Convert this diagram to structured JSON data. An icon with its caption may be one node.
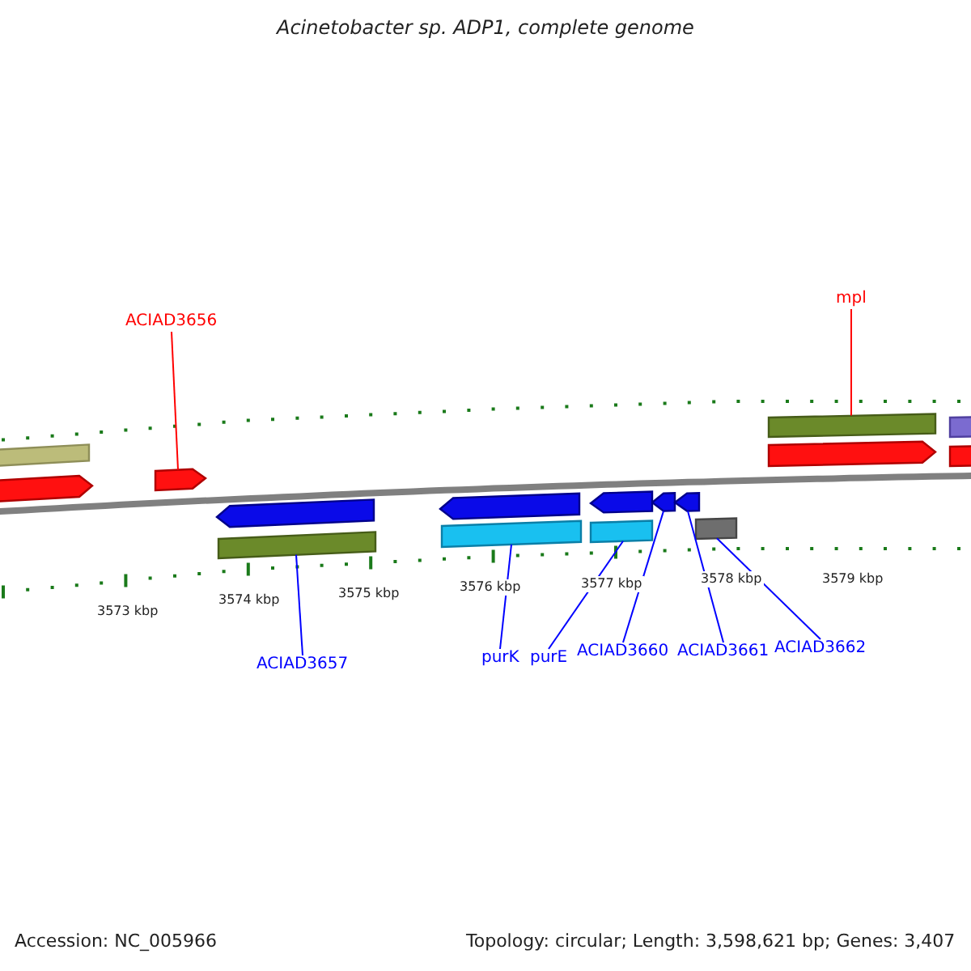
{
  "diagram": {
    "title": "Acinetobacter sp. ADP1, complete genome",
    "nodes": [
      {
        "text": [
          "ACIAD3656"
        ]
      },
      {
        "text": [],
        "shape": "arrow"
      },
      {
        "text": [
          "mpl"
        ]
      },
      {
        "text": [],
        "shape": "bar"
      },
      {
        "text": [
          "ACIAD3657"
        ]
      },
      {
        "text": [],
        "shape": "bar"
      },
      {
        "text": [
          "purK"
        ]
      },
      {
        "text": [],
        "shape": "bar"
      },
      {
        "text": [
          "purE"
        ]
      },
      {
        "text": [],
        "shape": "bar"
      },
      {
        "text": [
          "ACIAD3660"
        ]
      },
      {
        "text": [],
        "shape": "arrow"
      },
      {
        "text": [
          "ACIAD3661"
        ]
      },
      {
        "text": [],
        "shape": "arrow"
      },
      {
        "text": [
          "ACIAD3662"
        ]
      },
      {
        "text": [],
        "shape": "bar"
      },
      {
        "text": [],
        "shape": "bar"
      },
      {
        "text": [],
        "shape": "arrow"
      },
      {
        "text": [],
        "shape": "arrow"
      },
      {
        "text": [],
        "shape": "arrow"
      },
      {
        "text": [],
        "shape": "arrow"
      },
      {
        "text": [],
        "shape": "arrow"
      },
      {
        "text": [],
        "shape": "bar"
      },
      {
        "text": [],
        "shape": "bar"
      }
    ],
    "edges": [
      {
        "from": 0,
        "to": 1,
        "arrow": "none",
        "color": "#ff0000"
      },
      {
        "from": 2,
        "to": 3,
        "arrow": "none",
        "color": "#ff0000"
      },
      {
        "from": 4,
        "to": 5,
        "arrow": "none"
      },
      {
        "from": 6,
        "to": 7,
        "arrow": "none"
      },
      {
        "from": 8,
        "to": 9,
        "arrow": "none"
      },
      {
        "from": 10,
        "to": 11,
        "arrow": "none"
      },
      {
        "from": 12,
        "to": 13,
        "arrow": "none"
      },
      {
        "from": 14,
        "to": 15,
        "arrow": "none"
      }
    ],
    "labels": [
      "3573 kbp",
      "3574 kbp",
      "3575 kbp",
      "3576 kbp",
      "3577 kbp",
      "3578 kbp",
      "3579 kbp",
      "Accession: NC_005966",
      "Topology: circular; Length: 3,598,621 bp; Genes: 3,407"
    ]
  }
}
